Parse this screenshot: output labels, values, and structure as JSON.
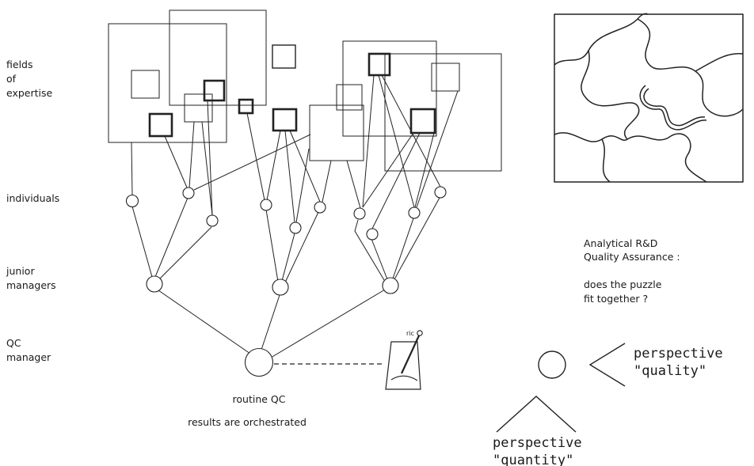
{
  "levels": {
    "fields_line1": "fields",
    "fields_line2": "of",
    "fields_line3": "expertise",
    "individuals": "individuals",
    "junior_line1": "junior",
    "junior_line2": "managers",
    "qc_line1": "QC",
    "qc_line2": "manager"
  },
  "caption": {
    "line1": "routine QC",
    "line2": "results are orchestrated"
  },
  "metronome_mark": "ric",
  "qa": {
    "line1": "Analytical  R&D",
    "line2": "Quality Assurance :",
    "line3": "does the puzzle",
    "line4": "fit together ?"
  },
  "perspective_quality": {
    "line1": "perspective",
    "line2": "\"quality\""
  },
  "perspective_quantity": {
    "line1": "perspective",
    "line2": "\"quantity\""
  }
}
